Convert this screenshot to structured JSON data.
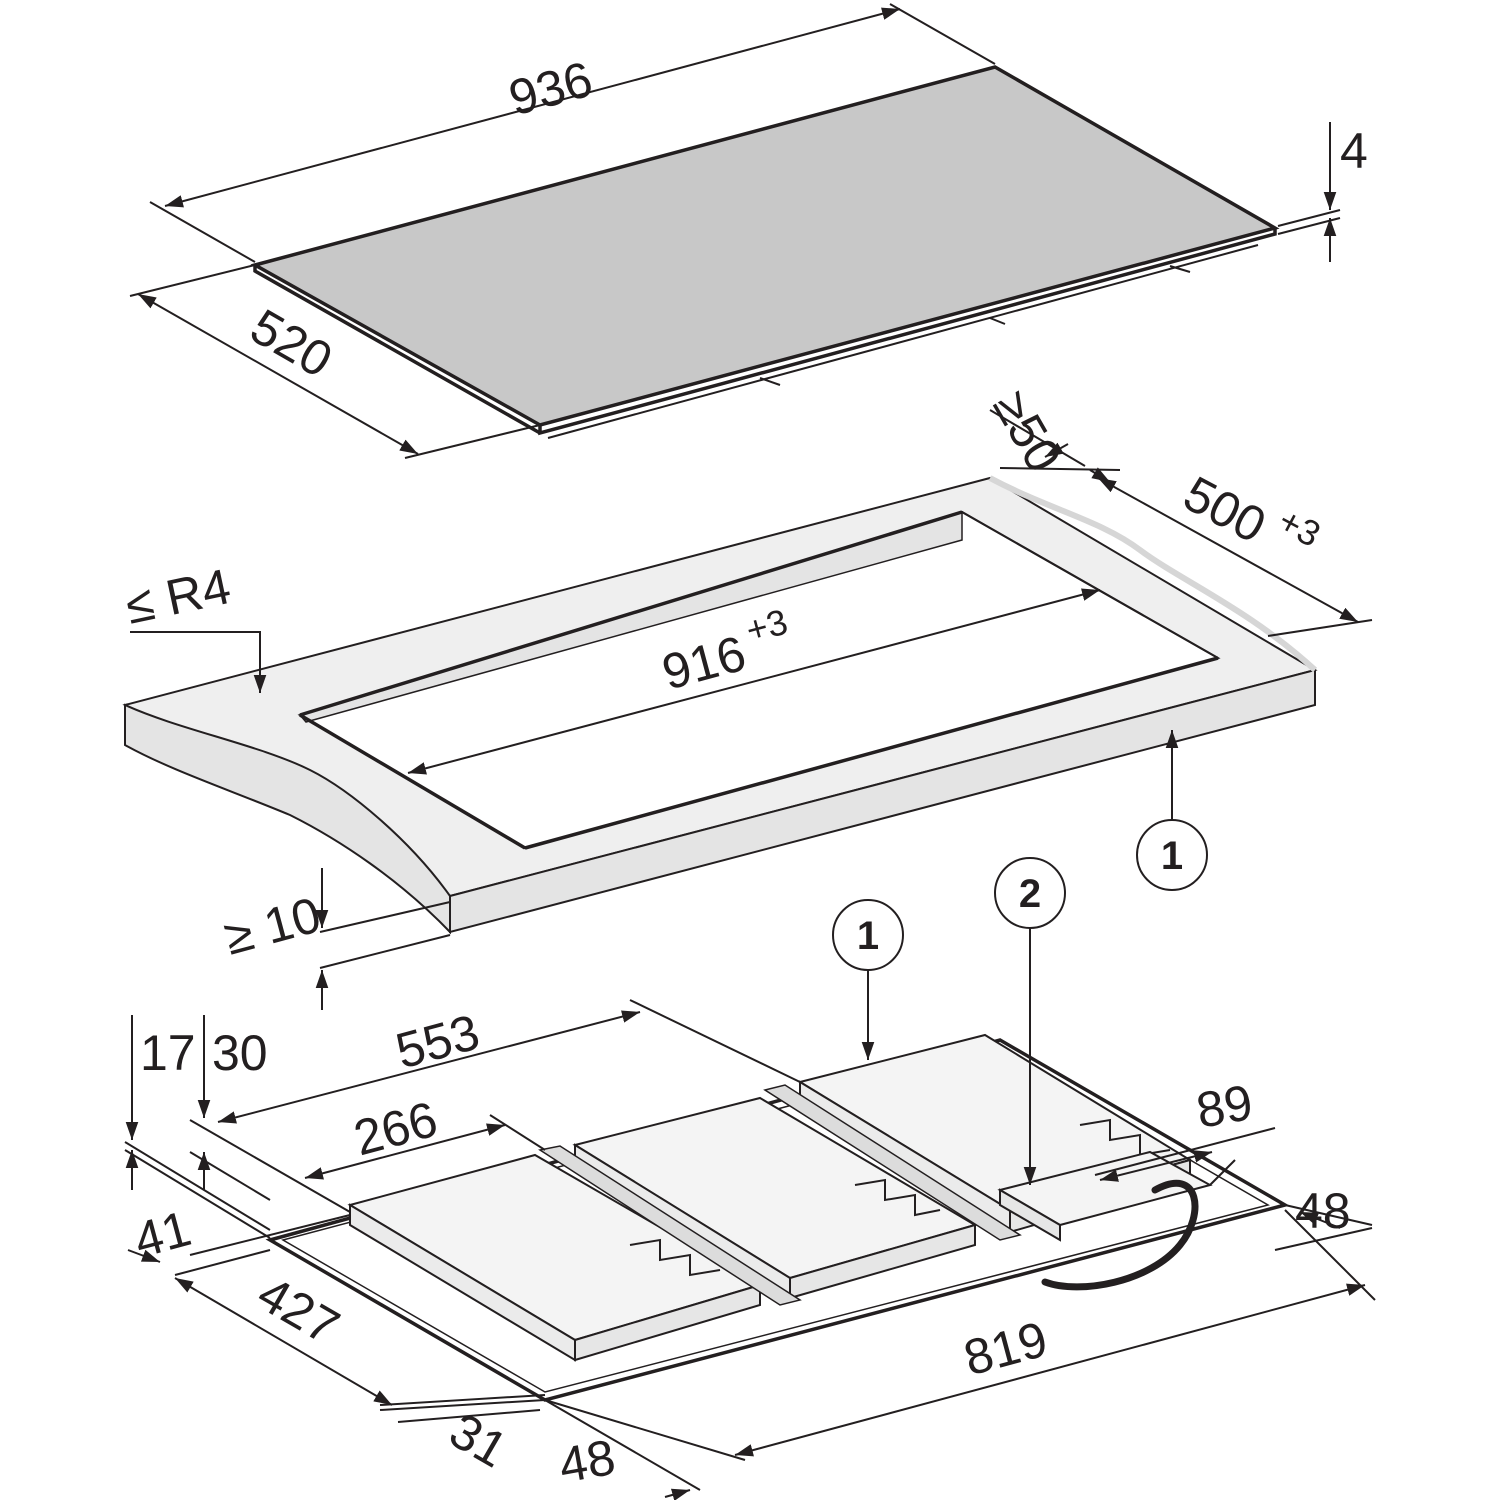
{
  "hob": {
    "width": "936",
    "depth": "520",
    "glass_thickness": "4"
  },
  "cutout": {
    "corner_radius": "≤ R4",
    "min_rear_clearance": "≥50",
    "depth_value": "500",
    "depth_tolerance": "+3",
    "width_value": "916",
    "width_tolerance": "+3",
    "min_worktop_thickness": "≥ 10"
  },
  "underside": {
    "height_17": "17",
    "height_30": "30",
    "dim_553": "553",
    "dim_266": "266",
    "dim_89": "89",
    "dim_48_right": "48",
    "dim_41": "41",
    "dim_427": "427",
    "dim_819": "819",
    "dim_31": "31",
    "dim_48_bottom": "48"
  },
  "callouts": {
    "worktop": "1",
    "housing": "1",
    "connection": "2"
  },
  "colors": {
    "line": "#231f20",
    "glass": "#c8c8c8",
    "worktop_face": "#efefef",
    "worktop_edge": "#e4e4e4"
  }
}
